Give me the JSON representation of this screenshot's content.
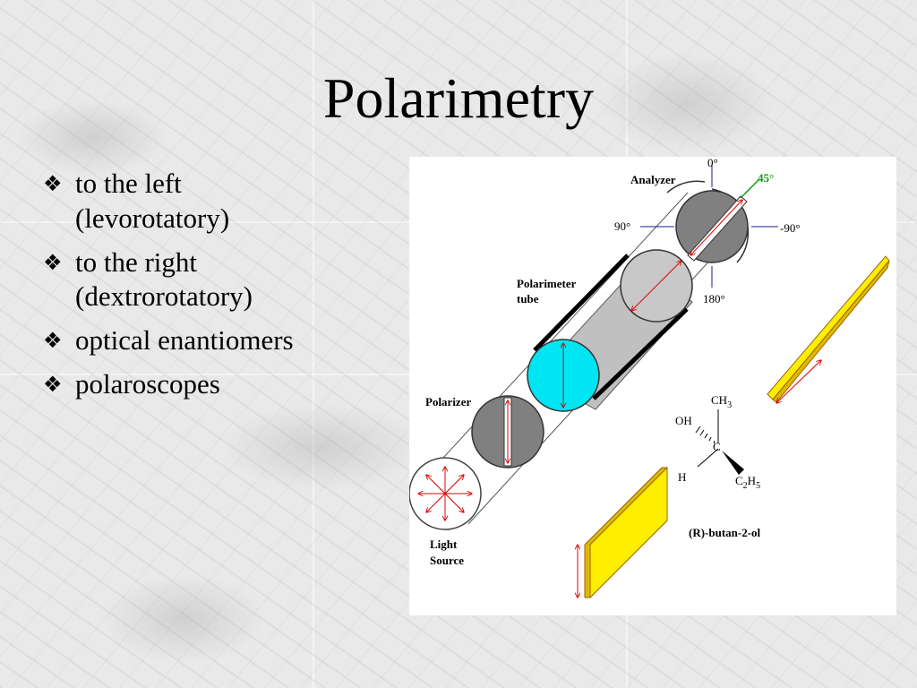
{
  "slide": {
    "title": "Polarimetry",
    "bullet_icon": "diamond-bullet-icon",
    "bullets": [
      {
        "line1": "to the left",
        "line2": "(levorotatory)"
      },
      {
        "line1": "to the right",
        "line2": "(dextrorotatory)"
      },
      {
        "line1": "optical enantiomers",
        "line2": ""
      },
      {
        "line1": "polaroscopes",
        "line2": ""
      }
    ]
  },
  "diagram": {
    "labels": {
      "analyzer": "Analyzer",
      "deg0": "0°",
      "deg45": "45°",
      "deg90": "90°",
      "degm90": "-90°",
      "deg180": "180°",
      "tube_line1": "Polarimeter",
      "tube_line2": "tube",
      "polarizer": "Polarizer",
      "light_line1": "Light",
      "light_line2": "Source",
      "molecule_name": "(R)-butan-2-ol"
    },
    "molecule": {
      "ch": "CH",
      "ch_sub": "3",
      "oh": "OH",
      "c": "C",
      "h": "H",
      "c2": "C",
      "c2_sub": "2",
      "h5": "H",
      "h5_sub": "5"
    },
    "colors": {
      "tube_gray": "#c0c0c0",
      "disc_dark": "#808080",
      "disc_light": "#c8c8c8",
      "sample_cyan": "#00e5f2",
      "arrow_red": "#e00000",
      "accent_green": "#119911",
      "axis_blue": "#1a1a8c",
      "plate_yellow": "#ffee00"
    }
  }
}
